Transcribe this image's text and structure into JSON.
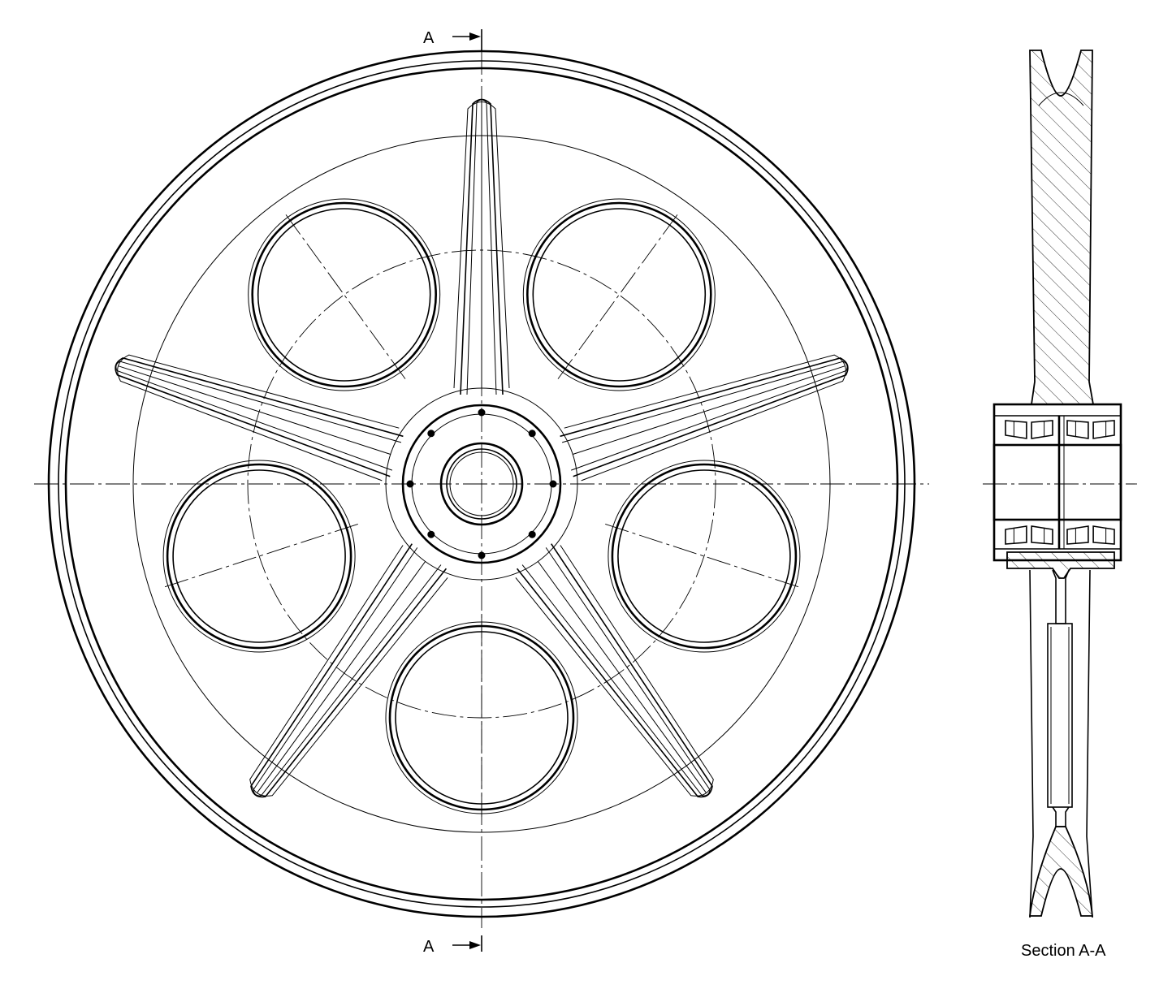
{
  "drawing": {
    "section_marker_letter": "A",
    "section_caption": "Section A-A"
  },
  "front_view": {
    "spoke_count": 5,
    "lightening_hole_count": 5,
    "flange_bolt_count": 8
  }
}
